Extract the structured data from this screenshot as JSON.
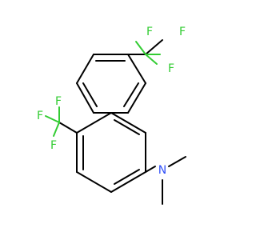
{
  "molecule": {
    "atoms": {
      "f1": {
        "symbol": "F"
      },
      "f2": {
        "symbol": "F"
      },
      "f3": {
        "symbol": "F"
      },
      "f4": {
        "symbol": "F"
      },
      "f5": {
        "symbol": "F"
      },
      "f6": {
        "symbol": "F"
      },
      "n1": {
        "symbol": "N"
      }
    },
    "colors": {
      "bond": "#000000",
      "fluorine": "#33cc33",
      "nitrogen": "#3050f8"
    }
  }
}
